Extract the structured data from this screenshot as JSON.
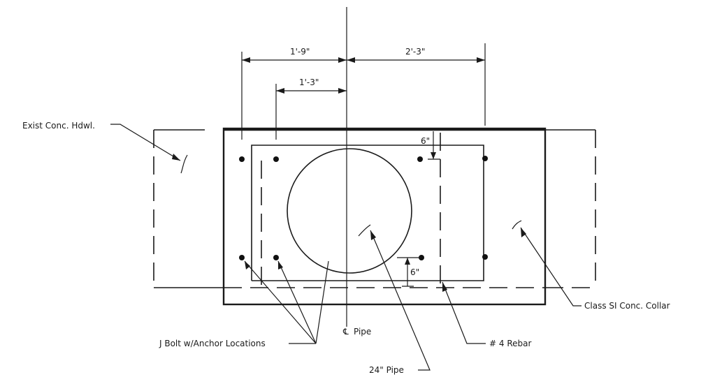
{
  "dimensions": {
    "left_outer": "1'-9\"",
    "right_outer": "2'-3\"",
    "left_inner": "1'-3\"",
    "top_offset": "6\"",
    "bottom_offset": "6\""
  },
  "labels": {
    "exist_hdwl": "Exist Conc. Hdwl.",
    "collar": "Class SI Conc. Collar",
    "j_bolt": "J Bolt w/Anchor Locations",
    "cl_pipe": "Pipe",
    "rebar": "# 4 Rebar",
    "pipe_size": "24\" Pipe"
  }
}
